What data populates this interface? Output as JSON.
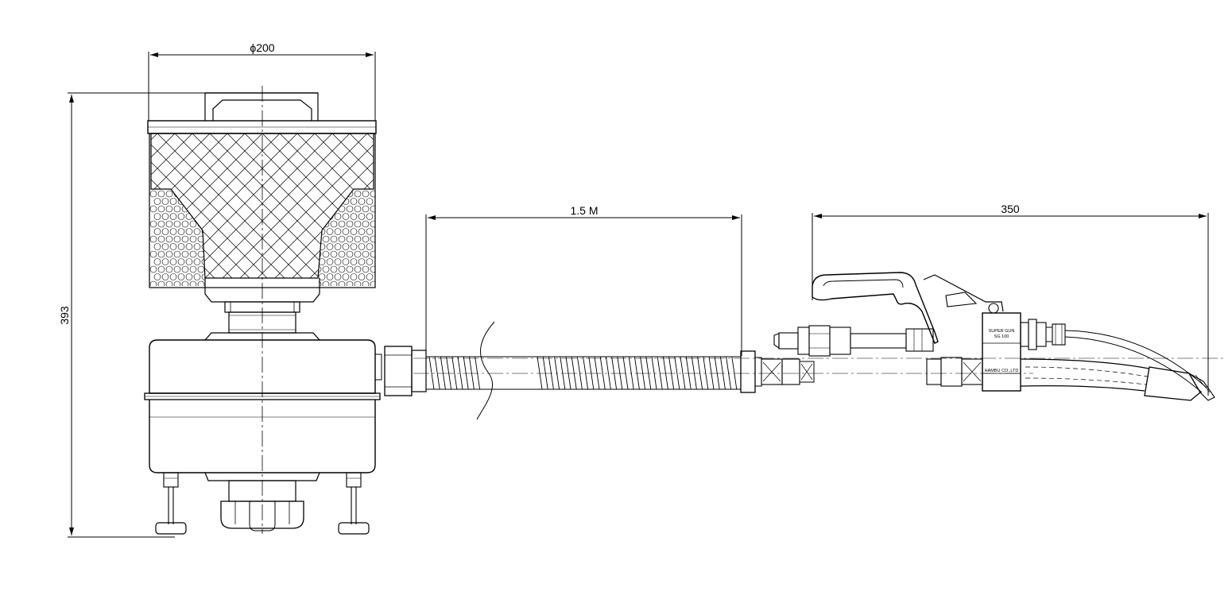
{
  "dimensions": {
    "diameter_label": "ϕ200",
    "height_label": "393",
    "hose_length_label": "1.5 M",
    "gun_length_label": "350"
  },
  "gun_labels": {
    "model_line1": "SUPER GUN",
    "model_line2": "SG 100",
    "maker": "HAMBU CO.,LTD"
  },
  "colors": {
    "line": "#000000",
    "background": "#ffffff"
  }
}
